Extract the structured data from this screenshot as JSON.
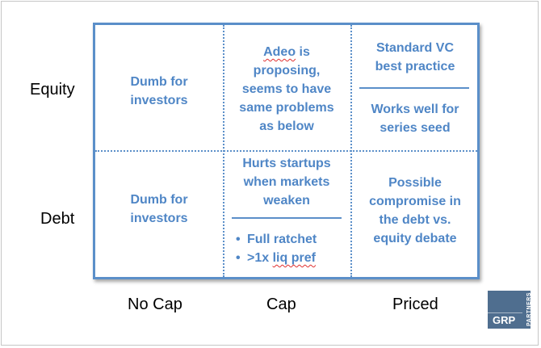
{
  "rows": {
    "equity": "Equity",
    "debt": "Debt"
  },
  "columns": {
    "no_cap": "No Cap",
    "cap": "Cap",
    "priced": "Priced"
  },
  "cells": {
    "equity_no_cap": [
      "Dumb for",
      "investors"
    ],
    "equity_cap": {
      "lines": [
        "is",
        "proposing,",
        "seems to have",
        "same problems",
        "as below"
      ],
      "name": "Adeo"
    },
    "equity_priced_top": [
      "Standard VC",
      "best practice"
    ],
    "equity_priced_bottom": [
      "Works well for",
      "series seed"
    ],
    "debt_no_cap": [
      "Dumb for",
      "investors"
    ],
    "debt_cap_top": [
      "Hurts startups",
      "when markets",
      "weaken"
    ],
    "debt_cap_bullets": [
      {
        "bullet": "•",
        "text": "Full ratchet"
      },
      {
        "bullet": "•",
        "text": ">1x",
        "squiggle": "liq pref"
      }
    ],
    "debt_priced": [
      "Possible",
      "compromise in",
      "the debt vs.",
      "equity debate"
    ]
  },
  "logo": {
    "name": "GRP",
    "sub": "PARTNERS"
  },
  "colors": {
    "accent": "#4f86c6",
    "border": "#5b8fc9",
    "logo_bg": "#4f6e8f"
  }
}
